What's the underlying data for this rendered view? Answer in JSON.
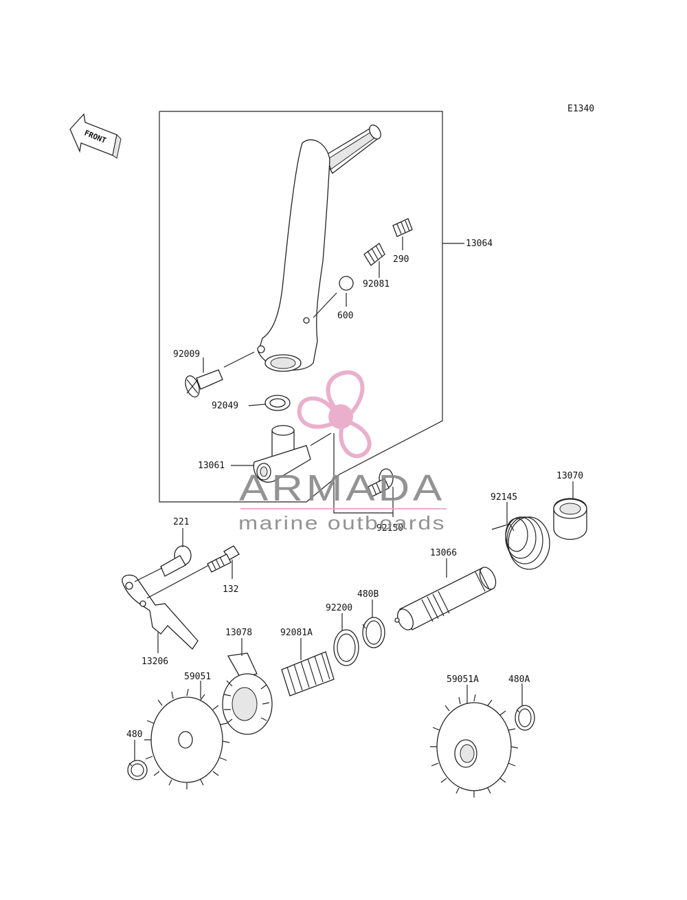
{
  "diagram": {
    "code": "E1340",
    "front_label": "FRONT",
    "parts": {
      "p13064": "13064",
      "p290": "290",
      "p92081": "92081",
      "p600": "600",
      "p92009": "92009",
      "p92049": "92049",
      "p13061": "13061",
      "p92150": "92150",
      "p13070": "13070",
      "p92145": "92145",
      "p221": "221",
      "p132": "132",
      "p13066": "13066",
      "p480B": "480B",
      "p92200": "92200",
      "p13206": "13206",
      "p13078": "13078",
      "p92081A": "92081A",
      "p59051": "59051",
      "p59051A": "59051A",
      "p480A": "480A",
      "p480": "480"
    }
  },
  "watermark": {
    "brand": "ARMADA",
    "tagline": "marine outboards",
    "colors": {
      "pink": "#e9a9c9",
      "pink_dark": "#d98ab3",
      "gray": "#8a8a8a"
    }
  }
}
